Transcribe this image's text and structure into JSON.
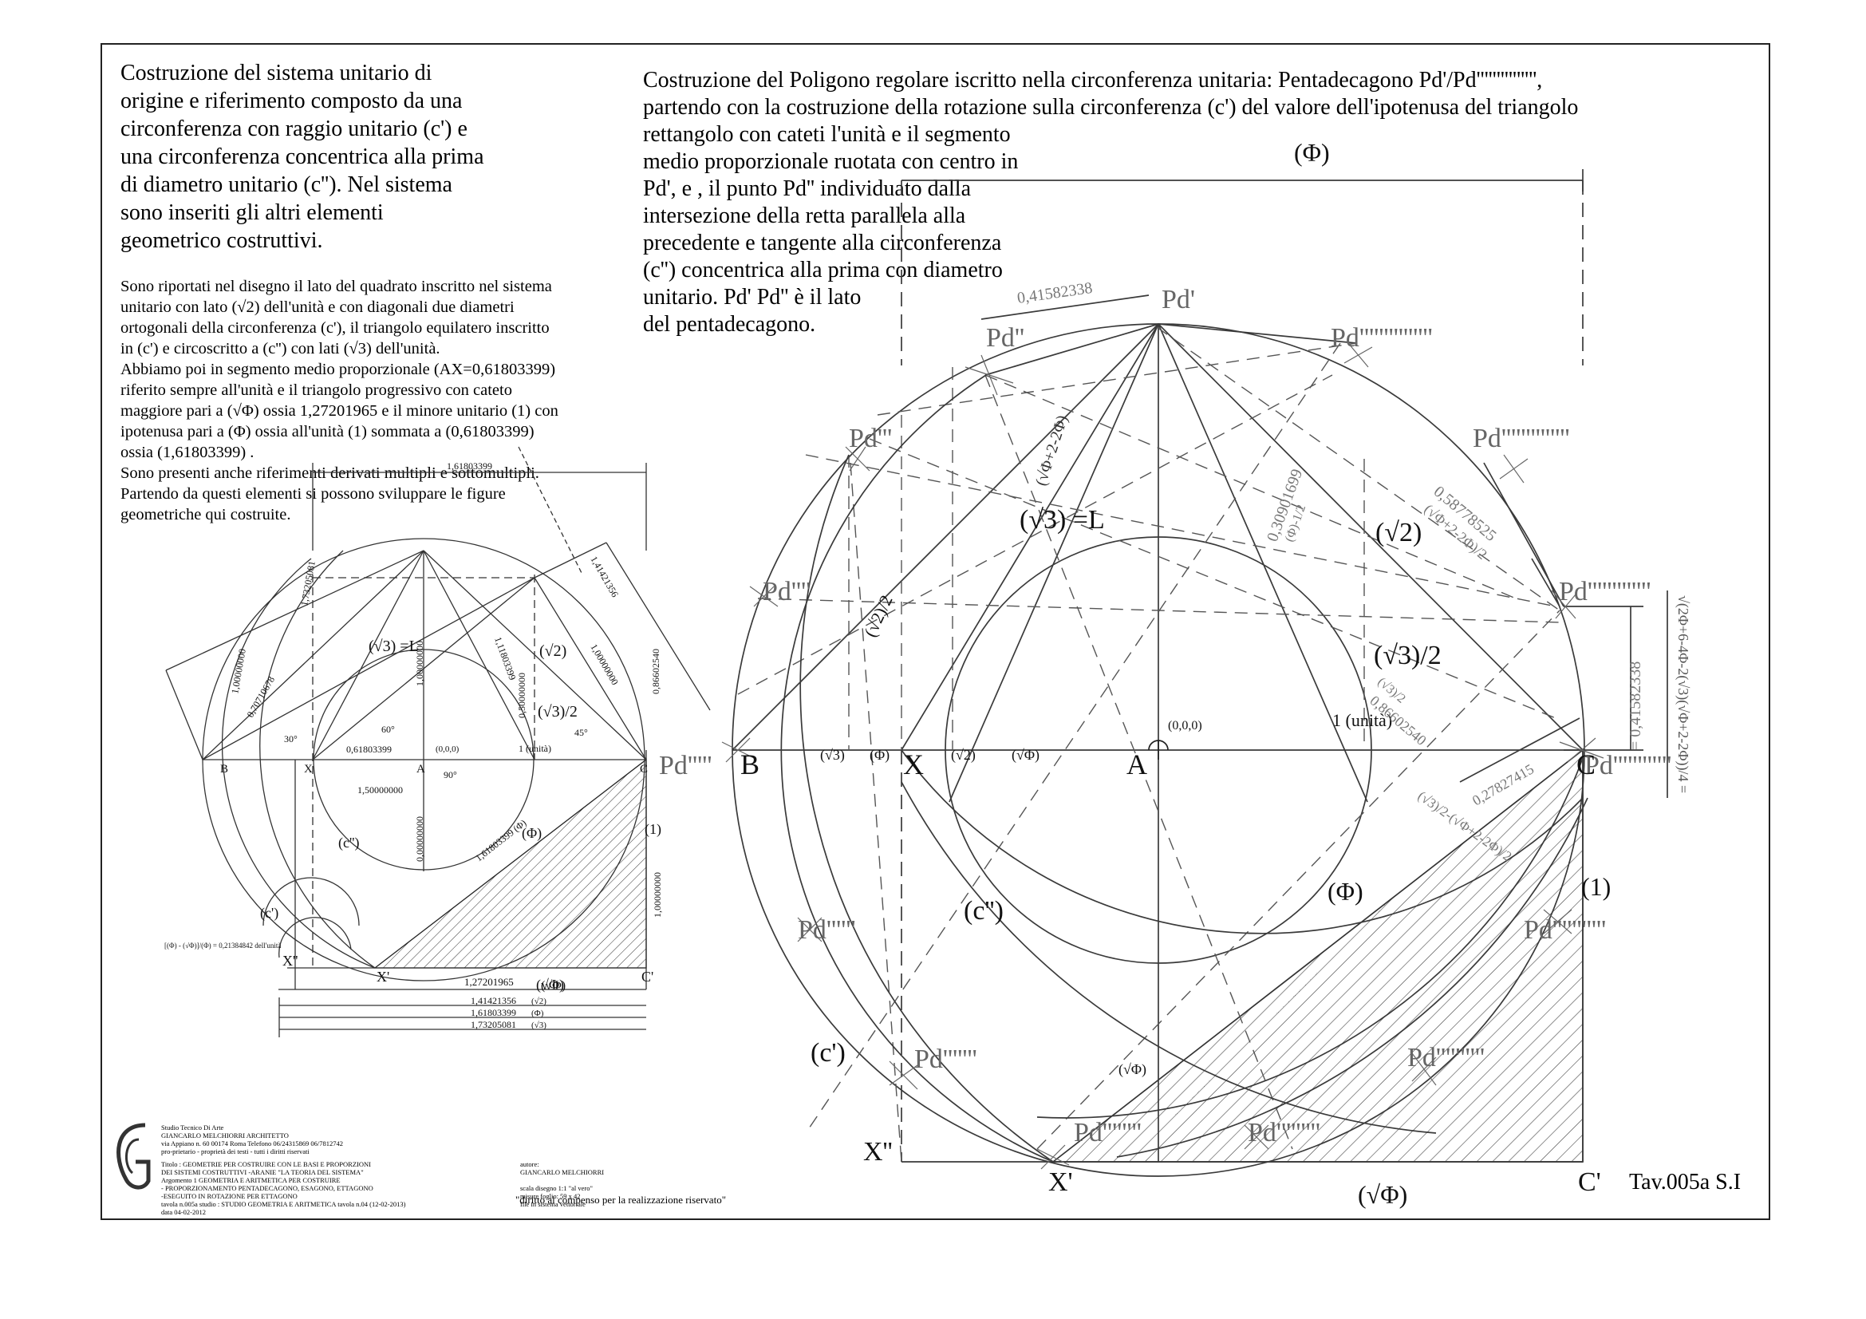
{
  "description_left": "Costruzione del sistema unitario di\norigine e riferimento composto da una\ncirconferenza con raggio unitario (c') e\nuna circonferenza concentrica alla prima\ndi diametro unitario (c''). Nel sistema\nsono inseriti gli altri elementi\ngeometrico costruttivi.",
  "notes": "Sono riportati nel disegno il lato del quadrato inscritto nel sistema\nunitario con lato (√2) dell'unità e con diagonali due diametri\nortogonali della circonferenza (c'), il triangolo equilatero inscritto\nin (c') e circoscritto a (c'') con lati (√3) dell'unità.\nAbbiamo poi in segmento medio proporzionale (AX=0,61803399)\nriferito sempre all'unità e il triangolo progressivo con cateto\nmaggiore pari a (√Φ) ossia 1,27201965 e il minore unitario (1) con\nipotenusa pari a (Φ) ossia all'unità (1) sommata a (0,61803399)\nossia (1,61803399) .\nSono presenti anche riferimenti derivati multipli e sottomultipli.\nPartendo da questi elementi si possono sviluppare le figure\ngeometriche qui costruite.",
  "description_right": [
    "Costruzione del Poligono regolare iscritto nella circonferenza unitaria: Pentadecagono Pd'/Pd''''''''''''''',",
    "partendo con la costruzione della rotazione sulla circonferenza (c') del valore dell'ipotenusa del triangolo",
    "rettangolo con cateti l'unità e il segmento",
    "medio proporzionale ruotata con centro in",
    " Pd', e , il punto Pd'' individuato dalla",
    "intersezione della retta parallela alla",
    "precedente e tangente alla circonferenza",
    "(c'') concentrica alla prima con diametro",
    "unitario. Pd' Pd'' è il lato",
    "del pentadecagono."
  ],
  "small_figure": {
    "labels": {
      "B": "B",
      "X": "X",
      "A": "A",
      "C": "C",
      "Xp": "X'",
      "Cp": "C'",
      "Xpp": "X''",
      "c1": "(c')",
      "c2": "(c'')",
      "one": "(1)",
      "phi": "(Φ)",
      "sqrtphi": "(√Φ)",
      "s2": "(√2)",
      "s3": "(√3)",
      "s3L": "(√3) =L",
      "s3half": "(√3)/2",
      "unit": "1 (unità)",
      "ppp": "(0,0,0)",
      "ang30": "30°",
      "ang45": "45°",
      "ang60": "60°",
      "ang90": "90°"
    },
    "dims": {
      "d1": "1,61803399",
      "d2": "0,61803399",
      "d3": "1,50000000",
      "d4": "1,00000000",
      "d5": "0,86602540",
      "d6": "1,73205081",
      "d7": "1,41421356",
      "d8": "1,27201965",
      "d9": "0,70710678",
      "d10": "1,11803399",
      "d11": "0,50000000",
      "d12": "0,00000000",
      "d13": "1,61803399 (Φ)",
      "formula": "[(Φ) - (√Φ)]/(Φ) = 0,21384842 dell'unità"
    },
    "bottom_dims": [
      {
        "value": "1,27201965",
        "sym": "(√Φ)"
      },
      {
        "value": "1,41421356",
        "sym": "(√2)"
      },
      {
        "value": "1,61803399",
        "sym": "(Φ)"
      },
      {
        "value": "1,73205081",
        "sym": "(√3)"
      }
    ]
  },
  "large_figure": {
    "points": {
      "Pd1": "Pd'",
      "Pd2": "Pd''",
      "Pd3": "Pd'''",
      "Pd4": "Pd''''",
      "Pd5": "Pd'''''",
      "Pd6": "Pd''''''",
      "Pd7": "Pd'''''''",
      "Pd8": "Pd''''''''",
      "Pd9": "Pd'''''''''",
      "Pd10": "Pd''''''''''",
      "Pd11": "Pd'''''''''''",
      "Pd12": "Pd''''''''''''",
      "Pd13": "Pd'''''''''''''",
      "Pd14": "Pd''''''''''''''",
      "Pd15": "Pd'''''''''''''''",
      "B": "B",
      "X": "X",
      "A": "A",
      "C": "C",
      "Xp": "X'",
      "Xpp": "X''",
      "Cp": "C'",
      "origin": "(0,0,0)"
    },
    "labels": {
      "phi_top": "(Φ)",
      "phi_mid": "(Φ)",
      "sqrtphi_bottom": "(√Φ)",
      "one": "(1)",
      "c1": "(c')",
      "c2": "(c'')",
      "s3L": "(√3) =L",
      "s2": "(√2)",
      "s3half": "(√3)/2",
      "s2half": "(√2)/2",
      "unit": "1 (unità)",
      "s3": "(√3)",
      "s2axis": "(√2)",
      "phiaxis": "(Φ)",
      "sqrtphiaxis": "(√Φ)",
      "sqrtphi_small": "(√Φ)"
    },
    "dims": {
      "side": "0,41582338",
      "side_v": "= 0,41582338",
      "d30901699": "0,30901699",
      "d30901699b": "(Φ)-1/2",
      "d58778525": "0,58778525",
      "d58778525b": "(√Φ+2-2Φ)/2",
      "d86602540": "0,86602540",
      "d86602540b": "(√3)/2",
      "d27827415": "0,27827415",
      "d27827415b": "(√3)/2-(√Φ+2-2Φ)/2",
      "formula_v": "√(2Φ+6-4Φ-2(√3)(√Φ+2-2Φ))/4 =",
      "diag": "(√Φ+2-2Φ)"
    }
  },
  "title_block": {
    "studio": "Studio Tecnico Di Arte\nGIANCARLO MELCHIORRI ARCHITETTO\nvia Appiano n. 60  00174 Roma  Telefono 06/24315869 06/7812742\npro-prietario      -      proprietà dei testi      -      tutti i diritti riservati",
    "title": "Titolo :      GEOMETRIE PER COSTRUIRE CON LE BASI E PROPORZIONI\n             DEI SISTEMI COSTRUTTIVI -ARANIE \"LA TEORIA DEL SISTEMA\"\nArgomento 1 GEOMETRIA E ARITMETICA PER COSTRUIRE\n- PROPORZIONAMENTO PENTADECAGONO, ESAGONO, ETTAGONO\n  -ESEGUITO IN ROTAZIONE PER ETTAGONO\ntavola n.005a  studio :  STUDIO GEOMETRIA E ARITMETICA  tavola n.04 (12-02-2013)\ndata 04-02-2012",
    "author": "autore:\nGIANCARLO MELCHIORRI\n\nscala disegno 1:1 \"al vero\"\nmisure foglio: 59 x 42\nfile in sistema vettoriale",
    "copyright": "\"diritto al compenso per la realizzazione riservato\"",
    "tav": "Tav.005a S.I"
  }
}
